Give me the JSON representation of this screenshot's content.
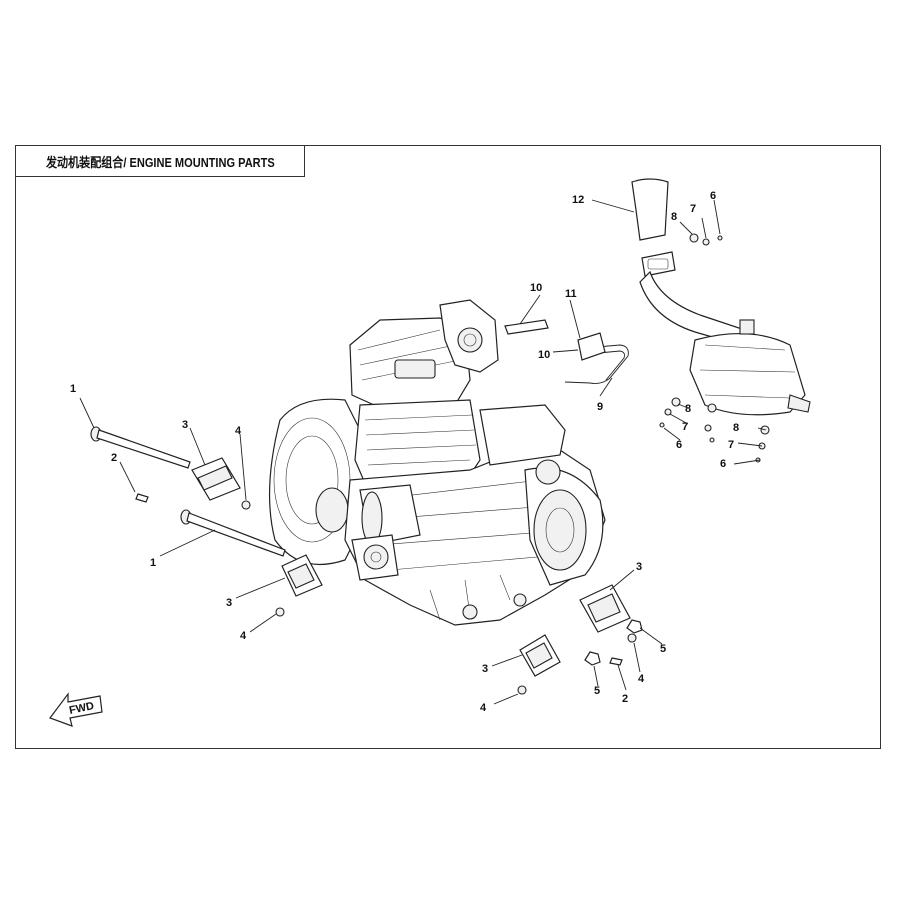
{
  "title": "发动机装配组合/ ENGINE MOUNTING PARTS",
  "fwd_label": "FWD",
  "callouts": [
    {
      "id": "c1a",
      "label": "1"
    },
    {
      "id": "c1b",
      "label": "1"
    },
    {
      "id": "c2a",
      "label": "2"
    },
    {
      "id": "c2b",
      "label": "2"
    },
    {
      "id": "c3a",
      "label": "3"
    },
    {
      "id": "c3b",
      "label": "3"
    },
    {
      "id": "c3c",
      "label": "3"
    },
    {
      "id": "c3d",
      "label": "3"
    },
    {
      "id": "c4a",
      "label": "4"
    },
    {
      "id": "c4b",
      "label": "4"
    },
    {
      "id": "c4c",
      "label": "4"
    },
    {
      "id": "c4d",
      "label": "4"
    },
    {
      "id": "c5a",
      "label": "5"
    },
    {
      "id": "c5b",
      "label": "5"
    },
    {
      "id": "c6a",
      "label": "6"
    },
    {
      "id": "c6b",
      "label": "6"
    },
    {
      "id": "c6c",
      "label": "6"
    },
    {
      "id": "c7a",
      "label": "7"
    },
    {
      "id": "c7b",
      "label": "7"
    },
    {
      "id": "c7c",
      "label": "7"
    },
    {
      "id": "c8a",
      "label": "8"
    },
    {
      "id": "c8b",
      "label": "8"
    },
    {
      "id": "c8c",
      "label": "8"
    },
    {
      "id": "c9",
      "label": "9"
    },
    {
      "id": "c10a",
      "label": "10"
    },
    {
      "id": "c10b",
      "label": "10"
    },
    {
      "id": "c11",
      "label": "11"
    },
    {
      "id": "c12",
      "label": "12"
    }
  ]
}
